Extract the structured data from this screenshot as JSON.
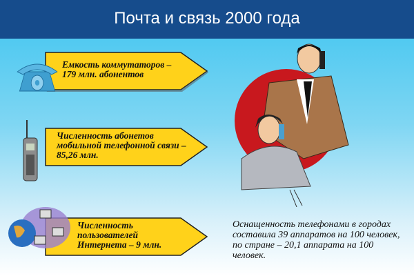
{
  "header": {
    "title": "Почта и связь 2000 года"
  },
  "facts": [
    {
      "text": "Емкость коммутаторов – 179 млн. абонентов",
      "icon": "rotary-phone-icon"
    },
    {
      "text": "Численность абонетов мобильной телефонной связи – 85,26 млн.",
      "icon": "mobile-phone-icon"
    },
    {
      "text": "Численность пользователей Интернета – 9 млн.",
      "icon": "globe-network-icon"
    }
  ],
  "note": "Оснащенность телефонами в городах составила 39 аппаратов на 100 человек, по стране – 20,1 аппарата на 100 человек.",
  "colors": {
    "header": "#164c8c",
    "arrow": "#ffd21a",
    "circle": "#c8181e"
  }
}
